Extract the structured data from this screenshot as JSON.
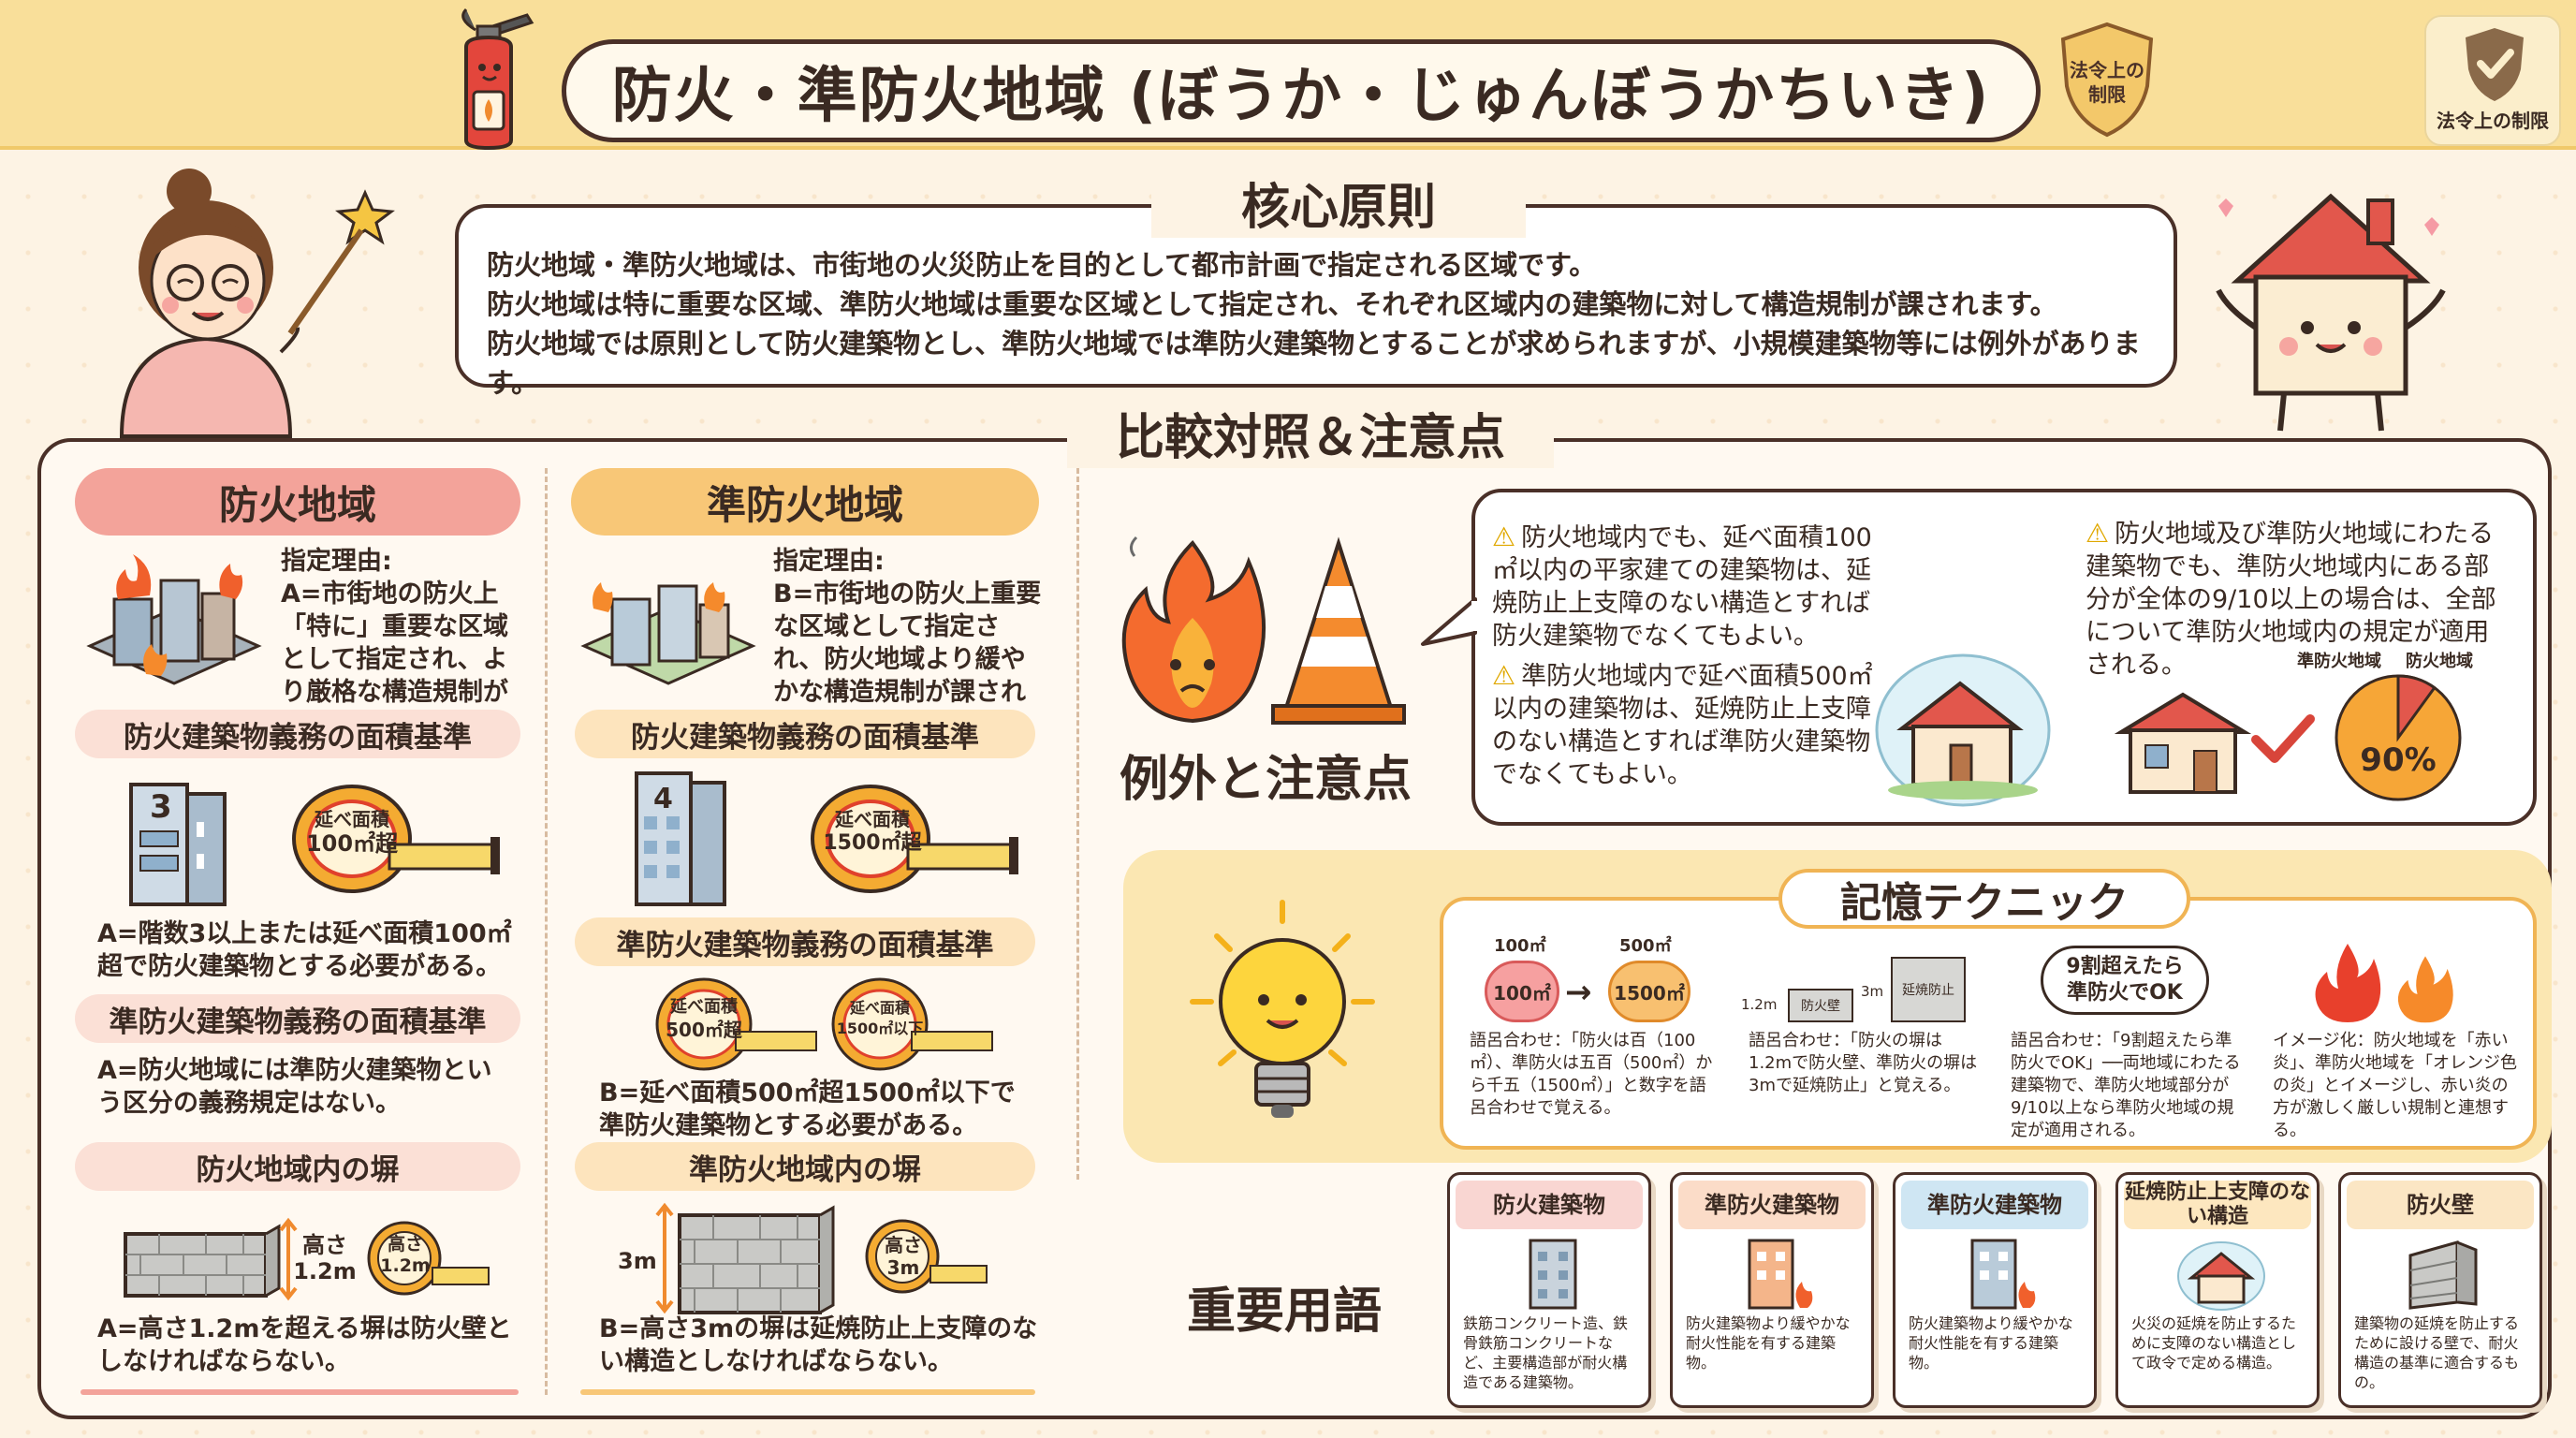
{
  "header": {
    "title": "防火・準防火地域 (ぼうか・じゅんぼうかちいき)",
    "shield_label_line1": "法令上の",
    "shield_label_line2": "制限",
    "corner_badge": "法令上の制限"
  },
  "core": {
    "title": "核心原則",
    "lines": [
      "防火地域・準防火地域は、市街地の火災防止を目的として都市計画で指定される区域です。",
      "防火地域は特に重要な区域、準防火地域は重要な区域として指定され、それぞれ区域内の建築物に対して構造規制が課されます。",
      "防火地域では原則として防火建築物とし、準防火地域では準防火建築物とすることが求められますが、小規模建築物等には例外があります。"
    ]
  },
  "compare": {
    "title": "比較対照＆注意点",
    "fire_zone": {
      "header": "防火地域",
      "reason_title": "指定理由:",
      "reason": "A=市街地の防火上「特に」重要な区域として指定され、より厳格な構造規制が課される。",
      "area_title": "防火建築物義務の面積基準",
      "building_number": "3",
      "tape_label_line1": "延べ面積",
      "tape_label_line2": "100㎡超",
      "area_text": "A=階数3以上または延べ面積100㎡超で防火建築物とする必要がある。",
      "semi_area_title": "準防火建築物義務の面積基準",
      "semi_area_text": "A=防火地域には準防火建築物という区分の義務規定はない。",
      "wall_title": "防火地域内の塀",
      "wall_height_line1": "高さ",
      "wall_height_line2": "1.2m",
      "wall_text": "A=高さ1.2mを超える塀は防火壁としなければならない。"
    },
    "semi_zone": {
      "header": "準防火地域",
      "reason_title": "指定理由:",
      "reason": "B=市街地の防火上重要な区域として指定され、防火地域より緩やかな構造規制が課される。",
      "area_title": "防火建築物義務の面積基準",
      "building_number": "4",
      "tape_label_line1": "延べ面積",
      "tape_label_line2": "1500㎡超",
      "semi_area_title": "準防火建築物義務の面積基準",
      "tape2_line1": "延べ面積",
      "tape2_line2": "500㎡超",
      "tape3_line1": "延べ面積",
      "tape3_line2": "1500㎡以下",
      "semi_area_text": "B=延べ面積500㎡超1500㎡以下で準防火建築物とする必要がある。",
      "wall_title": "準防火地域内の塀",
      "wall_height": "3m",
      "wall_tape_line1": "高さ",
      "wall_tape_line2": "3m",
      "wall_text": "B=高さ3mの塀は延焼防止上支障のない構造としなければならない。"
    }
  },
  "exceptions": {
    "title": "例外と注意点",
    "item1": "防火地域内でも、延べ面積100㎡以内の平家建ての建築物は、延焼防止上支障のない構造とすれば防火建築物でなくてもよい。",
    "item2": "準防火地域内で延べ面積500㎡以内の建築物は、延焼防止上支障のない構造とすれば準防火建築物でなくてもよい。",
    "item3": "防火地域及び準防火地域にわたる建築物でも、準防火地域内にある部分が全体の9/10以上の場合は、全部について準防火地域内の規定が適用される。",
    "pie_label_semi": "準防火地域",
    "pie_label_fire": "防火地域",
    "pie_value": "90%",
    "pie_fraction": 0.9
  },
  "memory": {
    "title": "記憶テクニック",
    "tip1": {
      "label_a": "100㎡",
      "label_b": "500㎡",
      "circle_a": "100㎡",
      "circle_b": "1500㎡",
      "text": "語呂合わせ：「防火は百（100㎡）、準防火は五百（500㎡）から千五（1500㎡）」と数字を語呂合わせで覚える。"
    },
    "tip2": {
      "height_a": "1.2m",
      "wall_a": "防火壁",
      "height_b": "3m",
      "wall_b": "延焼防止",
      "text": "語呂合わせ：「防火の塀は1.2mで防火壁、準防火の塀は3mで延焼防止」と覚える。"
    },
    "tip3": {
      "bubble_line1": "9割超えたら",
      "bubble_line2": "準防火でOK",
      "text": "語呂合わせ：「9割超えたら準防火でOK」──両地域にわたる建築物で、準防火地域部分が9/10以上なら準防火地域の規定が適用される。"
    },
    "tip4": {
      "text": "イメージ化：防火地域を「赤い炎」、準防火地域を「オレンジ色の炎」とイメージし、赤い炎の方が激しく厳しい規制と連想する。"
    }
  },
  "terms": {
    "title": "重要用語",
    "items": [
      {
        "name": "防火建築物",
        "desc": "鉄筋コンクリート造、鉄骨鉄筋コンクリートなど、主要構造部が耐火構造である建築物。",
        "color": "#f9d6d2"
      },
      {
        "name": "準防火建築物",
        "desc": "防火建築物より緩やかな耐火性能を有する建築物。",
        "color": "#fbdcc8"
      },
      {
        "name": "準防火建築物",
        "desc": "防火建築物より緩やかな耐火性能を有する建築物。",
        "color": "#cfe6f3"
      },
      {
        "name": "延焼防止上支障のない構造",
        "desc": "火災の延焼を防止するために支障のない構造として政令で定める構造。",
        "color": "#fde7bf"
      },
      {
        "name": "防火壁",
        "desc": "建築物の延焼を防止するために設ける壁で、耐火構造の基準に適合するもの。",
        "color": "#fbe6c4"
      }
    ]
  },
  "colors": {
    "fire_red": "#f3a39a",
    "semi_orange": "#f8c777",
    "header_yellow": "#f9df9a",
    "outline": "#4a3028"
  }
}
